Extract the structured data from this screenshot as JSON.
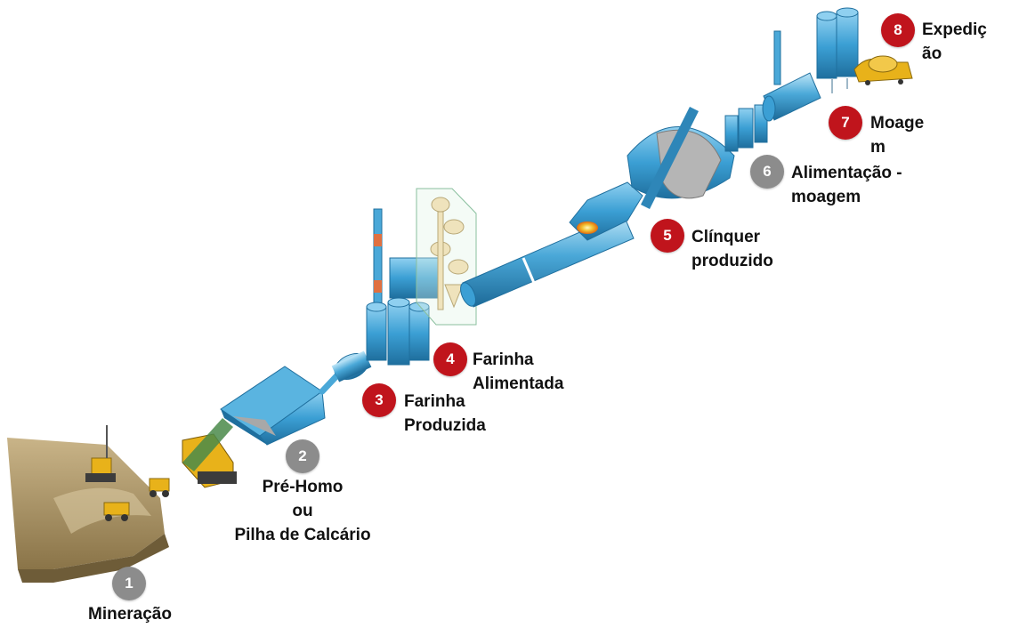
{
  "steps": [
    {
      "number": "1",
      "label": "Mineração",
      "color": "gray"
    },
    {
      "number": "2",
      "label": "Pré-Homo\nou\nPilha de Calcário",
      "color": "gray"
    },
    {
      "number": "3",
      "label": "Farinha\nProduzida",
      "color": "red"
    },
    {
      "number": "4",
      "label": "Farinha\nAlimentada",
      "color": "red"
    },
    {
      "number": "5",
      "label": "Clínquer\nproduzido",
      "color": "red"
    },
    {
      "number": "6",
      "label": "Alimentação -\nmoagem",
      "color": "gray"
    },
    {
      "number": "7",
      "label": "Moage\nm",
      "color": "red"
    },
    {
      "number": "8",
      "label": "Expediç\não",
      "color": "red"
    }
  ],
  "colors": {
    "badge_red": "#c0141c",
    "badge_gray": "#8c8c8c",
    "equipment_blue": "#4aa8d8",
    "ground_tan": "#a9946a",
    "vehicle_yellow": "#e8b21a"
  }
}
